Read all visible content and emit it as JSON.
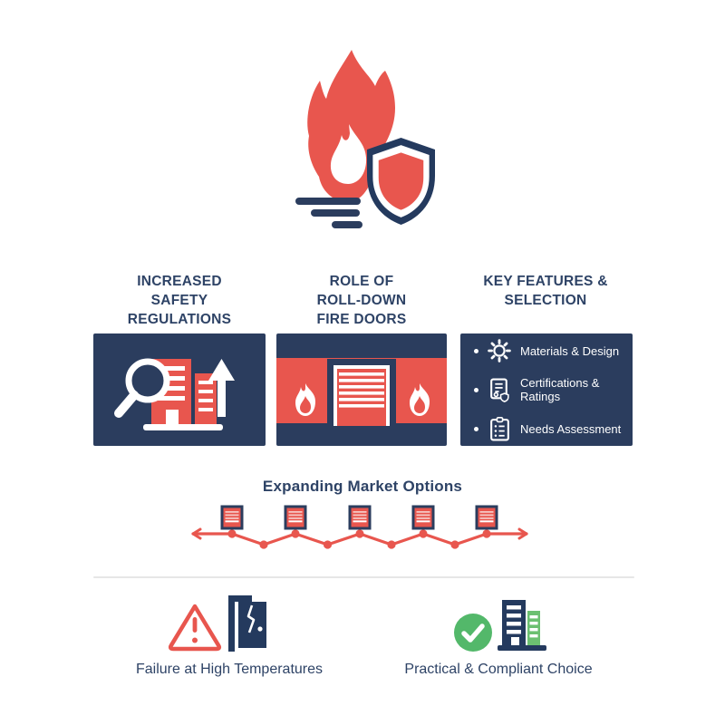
{
  "colors": {
    "navy": "#2b3d5e",
    "text_navy": "#2e4366",
    "red": "#e8564e",
    "slat_pink": "#f5c6c2",
    "green": "#53b86a",
    "building_green": "#6cc071",
    "divider": "#e6e6e6",
    "white": "#ffffff"
  },
  "hero": {
    "icon": "flame-with-shield"
  },
  "columns": [
    {
      "title": "INCREASED\nSAFETY\nREGULATIONS",
      "icon": "magnifier-buildings-growth"
    },
    {
      "title": "ROLE OF\nROLL-DOWN\nFIRE DOORS",
      "icon": "roll-down-door-between-flames"
    },
    {
      "title": "KEY FEATURES &\nSELECTION",
      "features": [
        {
          "icon": "gear-icon",
          "label": "Materials & Design"
        },
        {
          "icon": "certificate-icon",
          "label": "Certifications & Ratings"
        },
        {
          "icon": "checklist-icon",
          "label": "Needs Assessment"
        }
      ]
    }
  ],
  "market": {
    "title": "Expanding Market Options",
    "milestone_count": 5
  },
  "footer": {
    "items": [
      {
        "label": "Failure at High Temperatures",
        "icons": [
          "warning-triangle-icon",
          "cracked-door-icon"
        ]
      },
      {
        "label": "Practical & Compliant Choice",
        "icons": [
          "check-circle-icon",
          "compliant-buildings-icon"
        ]
      }
    ]
  }
}
